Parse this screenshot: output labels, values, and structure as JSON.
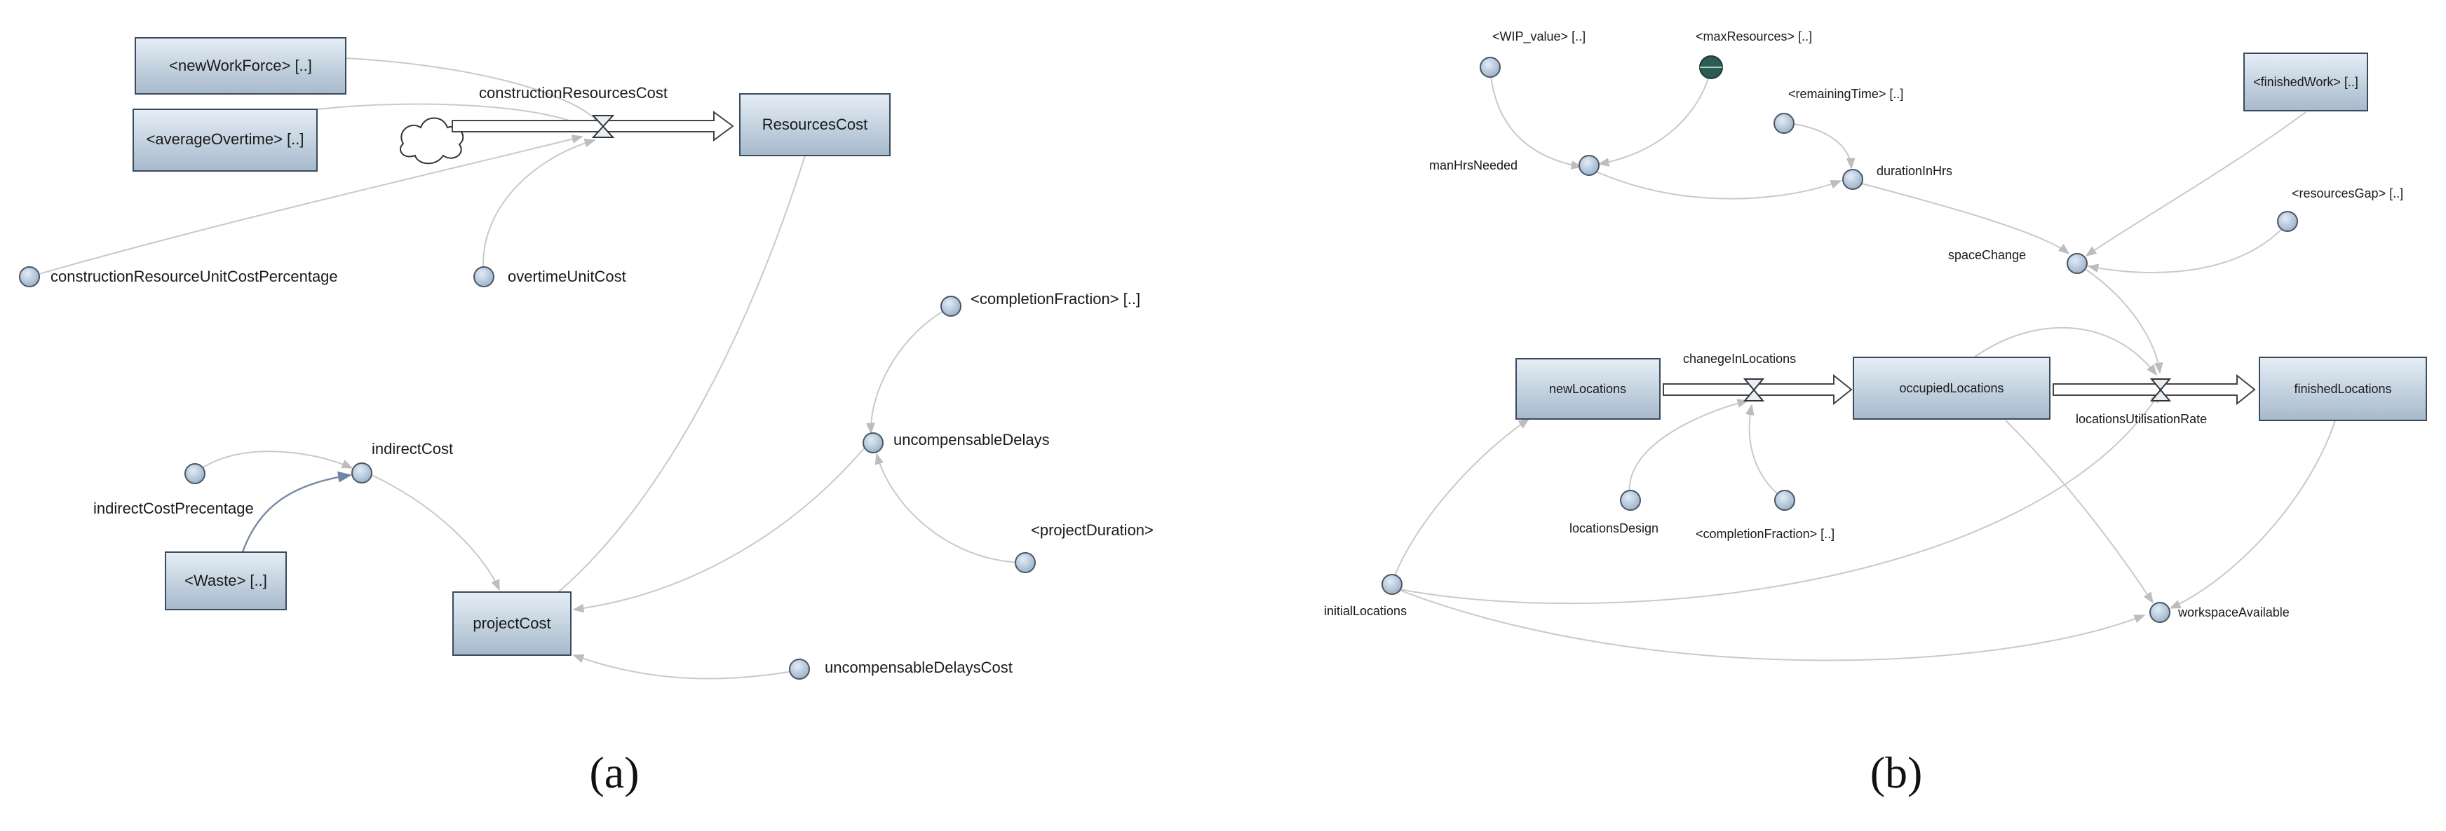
{
  "panel_a": {
    "caption": "(a)",
    "stocks": {
      "new_workforce": "<newWorkForce> [..]",
      "average_overtime": "<averageOvertime> [..]",
      "resources_cost": "ResourcesCost",
      "waste": "<Waste> [..]",
      "project_cost": "projectCost"
    },
    "flows": {
      "construction_resources_cost": "constructionResourcesCost"
    },
    "variables": {
      "construction_resource_unit_cost_percentage": "constructionResourceUnitCostPercentage",
      "overtime_unit_cost": "overtimeUnitCost",
      "indirect_cost": "indirectCost",
      "indirect_cost_precentage": "indirectCostPrecentage",
      "completion_fraction": "<completionFraction> [..]",
      "uncompensable_delays": "uncompensableDelays",
      "project_duration": "<projectDuration>",
      "uncompensable_delays_cost": "uncompensableDelaysCost"
    }
  },
  "panel_b": {
    "caption": "(b)",
    "stocks": {
      "finished_work": "<finishedWork> [..]",
      "new_locations": "newLocations",
      "occupied_locations": "occupiedLocations",
      "finished_locations": "finishedLocations"
    },
    "flows": {
      "chanegein_locations": "chanegeInLocations",
      "locations_utilisation_rate": "locationsUtilisationRate"
    },
    "variables": {
      "wip_value": "<WIP_value> [..]",
      "max_resources": "<maxResources> [..]",
      "remaining_time": "<remainingTime> [..]",
      "man_hrs_needed": "manHrsNeeded",
      "duration_in_hrs": "durationInHrs",
      "resources_gap": "<resourcesGap> [..]",
      "space_change": "spaceChange",
      "locations_design": "locationsDesign",
      "completion_fraction": "<completionFraction> [..]",
      "initial_locations": "initialLocations",
      "workspace_available": "workspaceAvailable"
    }
  },
  "colors": {
    "stock_fill_top": "#dfe8f1",
    "stock_fill_bottom": "#a9bccf",
    "aux_fill": "#b9cde0",
    "link": "#c9c9c9",
    "max_resources_fill": "#2f5b55"
  }
}
